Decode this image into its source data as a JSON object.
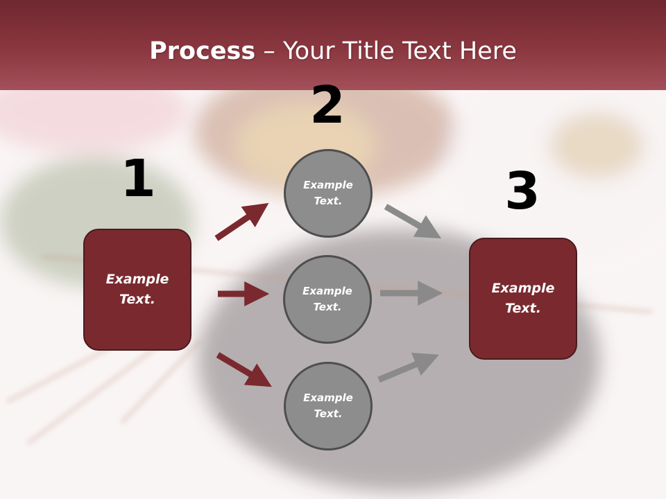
{
  "slide": {
    "title_bold": "Process",
    "title_rest": " – Your Title Text Here"
  },
  "steps": {
    "step1": {
      "number": "1",
      "text": "Example\nText."
    },
    "step2": {
      "number": "2",
      "items": [
        "Example\nText.",
        "Example\nText.",
        "Example\nText."
      ]
    },
    "step3": {
      "number": "3",
      "text": "Example\nText."
    }
  },
  "colors": {
    "title_band": "#8b3740",
    "box_fill": "#7a2a2f",
    "circle_fill": "#8d8d8d",
    "arrow_red": "#7a2a2f",
    "arrow_gray": "#8a8a8a"
  },
  "background": "blurred photo of acupuncture needles, a dark stone and a daisy"
}
